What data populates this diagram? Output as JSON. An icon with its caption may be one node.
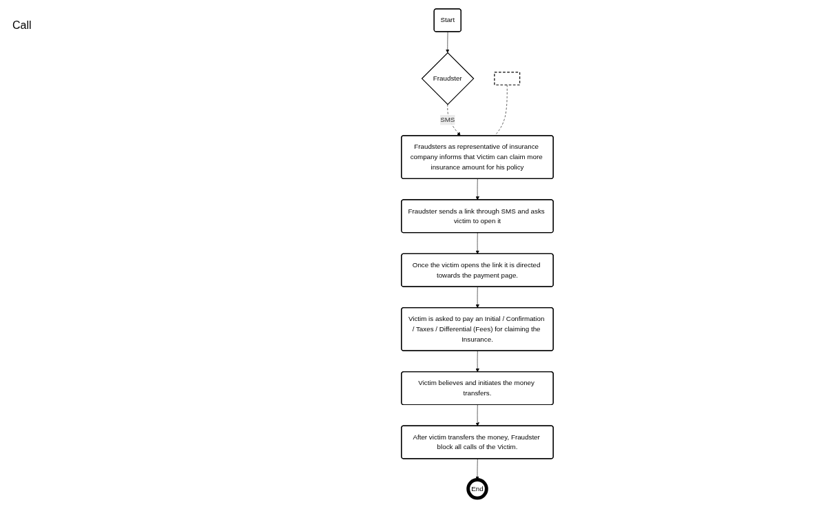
{
  "diagram": {
    "nodes": [
      {
        "text": [
          "Start"
        ]
      },
      {
        "text": [
          "Fraudster"
        ]
      },
      {
        "text": [],
        "shape": "box"
      },
      {
        "text": [
          "Fraudsters as representative of insurance company informs that Victim can claim more insurance amount for his policy"
        ]
      },
      {
        "text": [
          "Fraudster sends a link through SMS and asks victim to open it"
        ]
      },
      {
        "text": [
          "Once the victim opens the link it is directed towards the payment page."
        ]
      },
      {
        "text": [
          "Victim is asked to pay an Initial / Confirmation / Taxes / Differential (Fees) for claiming the Insurance."
        ]
      },
      {
        "text": [
          "Victim believes and initiates the money transfers."
        ]
      },
      {
        "text": [
          "After victim transfers the money, Fraudster block all calls of the Victim."
        ]
      },
      {
        "text": [
          "End"
        ]
      }
    ],
    "edges": [
      {
        "from": 0,
        "to": 1,
        "arrow": "to"
      },
      {
        "from": 1,
        "to": 3,
        "arrow": "to",
        "label": "SMS",
        "style": "dashed"
      },
      {
        "from": 2,
        "to": 3,
        "arrow": "none",
        "style": "dashed"
      },
      {
        "from": 3,
        "to": 4,
        "arrow": "to"
      },
      {
        "from": 4,
        "to": 5,
        "arrow": "to"
      },
      {
        "from": 5,
        "to": 6,
        "arrow": "to"
      },
      {
        "from": 6,
        "to": 7,
        "arrow": "to"
      },
      {
        "from": 7,
        "to": 8,
        "arrow": "to"
      },
      {
        "from": 8,
        "to": 9,
        "arrow": "to"
      }
    ],
    "labels": [
      "Call"
    ]
  }
}
